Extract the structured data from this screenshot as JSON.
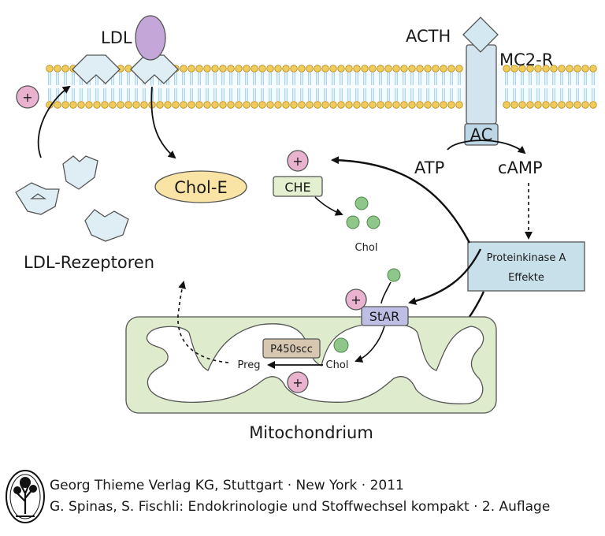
{
  "labels": {
    "ldl": "LDL",
    "acth": "ACTH",
    "mc2r": "MC2-R",
    "ac": "AC",
    "atp": "ATP",
    "camp": "cAMP",
    "chol_e": "Chol-E",
    "che": "CHE",
    "chol_cyto": "Chol",
    "ldl_rezeptoren": "LDL-Rezeptoren",
    "pka_line1": "Proteinkinase A",
    "pka_line2": "Effekte",
    "star": "StAR",
    "p450scc": "P450scc",
    "preg": "Preg",
    "chol_mito": "Chol",
    "mitochondrium": "Mitochondrium",
    "plus": "+"
  },
  "credit": {
    "line1": "Georg Thieme Verlag KG, Stuttgart · New York · 2011",
    "line2": "G. Spinas, S. Fischli: Endokrinologie und Stoffwechsel kompakt · 2. Auflage"
  },
  "colors": {
    "membrane_head": "#f2cc5a",
    "membrane_tail": "#9fd4ee",
    "receptor": "#dfeef5",
    "ldl": "#c4a6d8",
    "chol_e": "#f9e4a6",
    "che": "#e3efcf",
    "chol_dot": "#8fc68a",
    "plus": "#e9b3cf",
    "pka": "#c8e0ea",
    "star": "#bebde4",
    "p450scc": "#d7c7b1",
    "mitochondrion": "#deebcc"
  }
}
